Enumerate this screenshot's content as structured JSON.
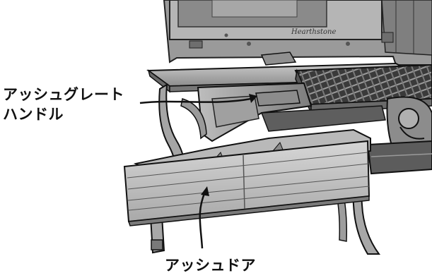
{
  "callouts": {
    "ash_grate_handle": {
      "line1": "アッシュグレート",
      "line2": "ハンドル"
    },
    "ash_door": "アッシュドア"
  },
  "brand_logo_text": "Hearthstone"
}
